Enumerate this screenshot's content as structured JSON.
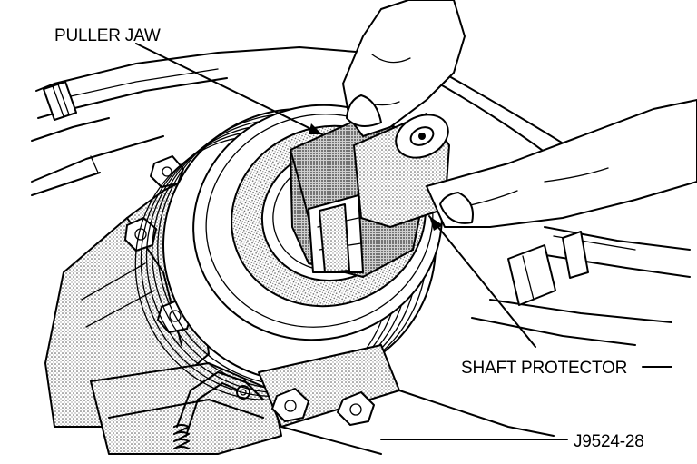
{
  "labels": {
    "puller_jaw": "PULLER JAW",
    "shaft_protector": "SHAFT PROTECTOR",
    "figure_id": "J9524-28"
  },
  "colors": {
    "ink": "#000000",
    "paper": "#ffffff",
    "shading": "#9a9a9a"
  }
}
